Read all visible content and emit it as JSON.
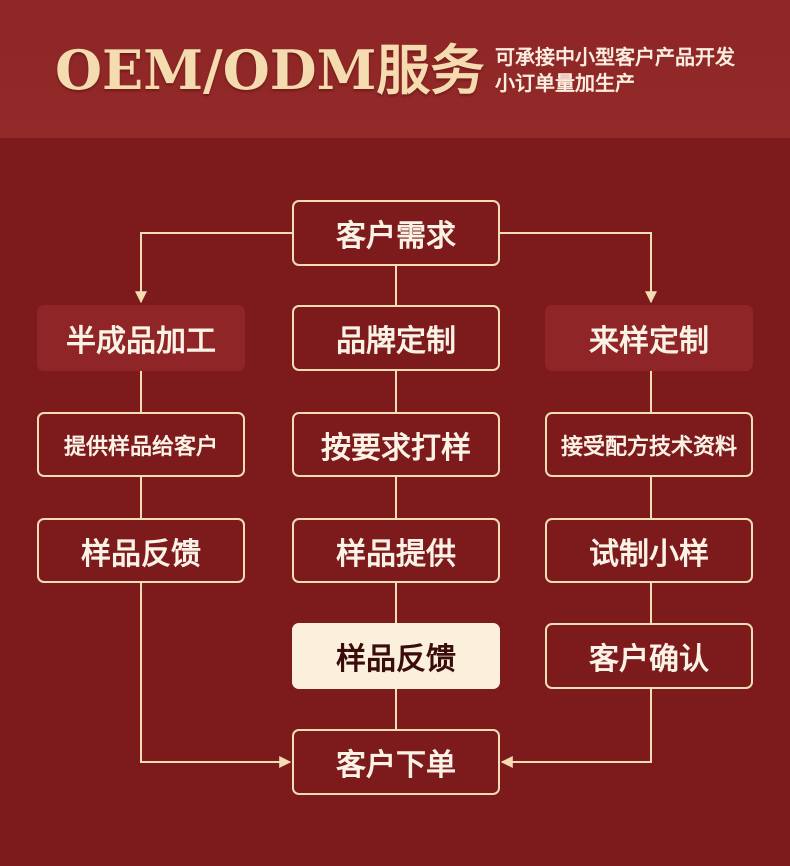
{
  "header": {
    "title": "OEM/ODM服务",
    "subtitle_line1": "可承接中小型客户产品开发",
    "subtitle_line2": "小订单量加生产"
  },
  "flow": {
    "start": "客户需求",
    "left": [
      "半成品加工",
      "提供样品给客户",
      "样品反馈"
    ],
    "center": [
      "品牌定制",
      "按要求打样",
      "样品提供",
      "样品反馈"
    ],
    "right": [
      "来样定制",
      "接受配方技术资料",
      "试制小样",
      "客户确认"
    ],
    "end": "客户下单"
  },
  "colors": {
    "background": "#7c1a1c",
    "header": "#932a29",
    "line": "#f3ddb4",
    "filled_box": "#8f2526",
    "highlight_box": "#fbf0dc"
  }
}
